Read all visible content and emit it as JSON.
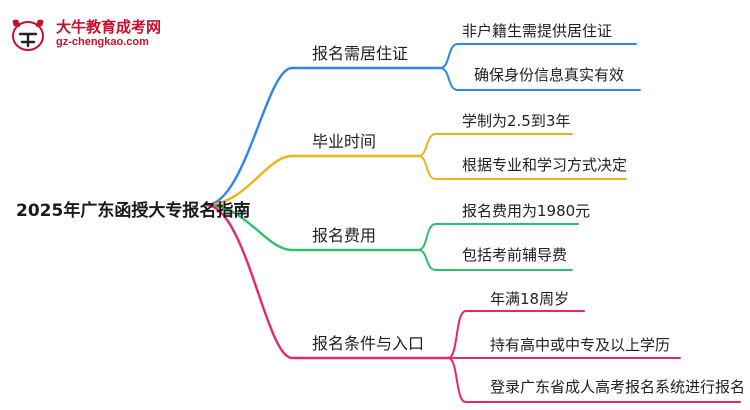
{
  "logo": {
    "title": "大牛教育成考网",
    "url": "gz-chengkao.com"
  },
  "mindmap": {
    "root": "2025年广东函授大专报名指南",
    "branches": [
      {
        "label": "报名需居住证",
        "color": "#2f86e8",
        "leaves": [
          "非户籍生需提供居住证",
          "确保身份信息真实有效"
        ]
      },
      {
        "label": "毕业时间",
        "color": "#f0b21a",
        "leaves": [
          "学制为2.5到3年",
          "根据专业和学习方式决定"
        ]
      },
      {
        "label": "报名费用",
        "color": "#2cc16a",
        "leaves": [
          "报名费用为1980元",
          "包括考前辅导费"
        ]
      },
      {
        "label": "报名条件与入口",
        "color": "#e8266e",
        "leaves": [
          "年满18周岁",
          "持有高中或中专及以上学历",
          "登录广东省成人高考报名系统进行报名"
        ]
      }
    ]
  }
}
